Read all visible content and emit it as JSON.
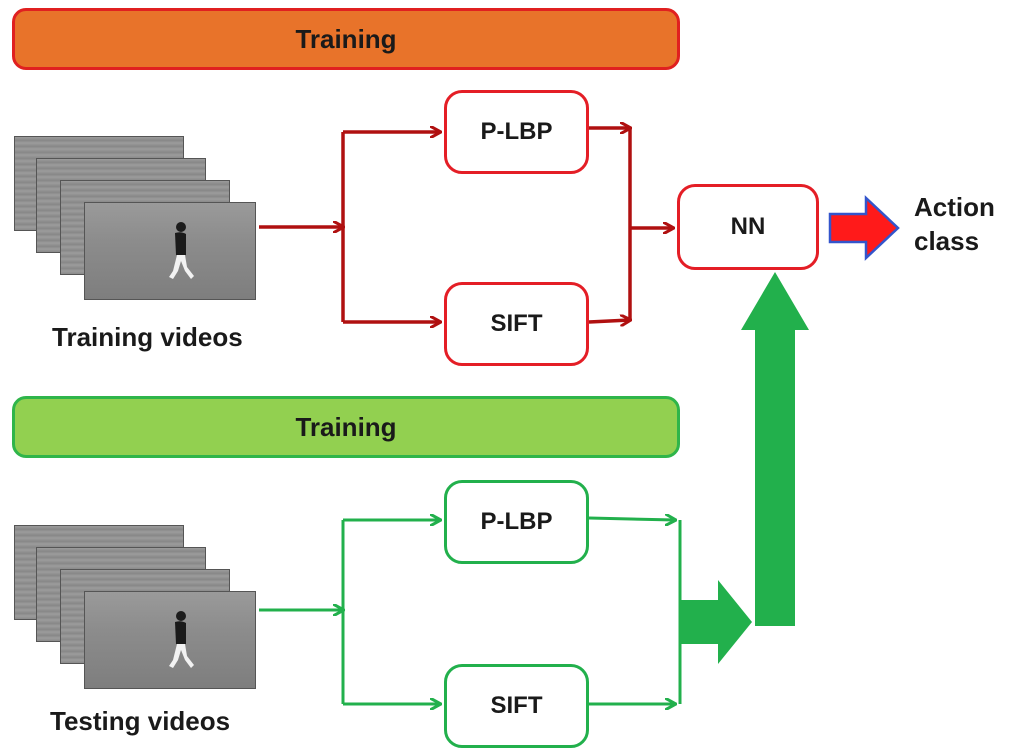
{
  "banners": {
    "top": "Training",
    "bottom": "Training"
  },
  "boxes": {
    "plbp_top": "P-LBP",
    "sift_top": "SIFT",
    "plbp_bottom": "P-LBP",
    "sift_bottom": "SIFT",
    "nn": "NN"
  },
  "captions": {
    "training_videos": "Training videos",
    "testing_videos": "Testing videos",
    "action_line1": "Action",
    "action_line2": "class"
  },
  "colors": {
    "top_banner_fill": "#e8732a",
    "top_banner_border": "#e02020",
    "bottom_banner_fill": "#92d050",
    "bottom_banner_border": "#2fb54a",
    "red_flow": "#b01010",
    "green_flow": "#22b04c",
    "output_arrow": "#ff1a1a",
    "output_arrow_border": "#3355cc"
  },
  "icons": {
    "video_stack": "video-frames-icon",
    "output_arrow": "right-arrow-icon",
    "merge_arrow": "thick-green-arrow-icon"
  }
}
